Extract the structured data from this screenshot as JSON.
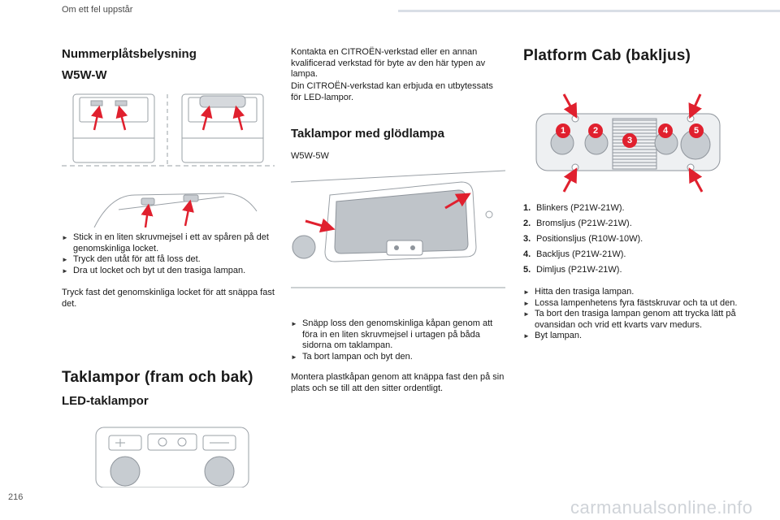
{
  "header": {
    "section_title": "Om ett fel uppstår"
  },
  "page_number": "216",
  "watermark": "carmanualsonline.info",
  "col1": {
    "title": "Nummerplåtsbelysning",
    "subtitle": "W5W-W",
    "bullets": [
      "Stick in en liten skruvmejsel i ett av spåren på det genomskinliga locket.",
      "Tryck den utåt för att få loss det.",
      "Dra ut locket och byt ut den trasiga lampan."
    ],
    "para": "Tryck fast det genomskinliga locket för att snäppa fast det.",
    "title2": "Taklampor (fram och bak)",
    "subtitle2": "LED-taklampor"
  },
  "col2": {
    "intro": "Kontakta en CITROËN-verkstad eller en annan kvalificerad verkstad för byte av den här typen av lampa.",
    "intro2": "Din CITROËN-verkstad kan erbjuda en utbytessats för LED-lampor.",
    "title": "Taklampor med glödlampa",
    "bulb": "W5W-5W",
    "bullets": [
      "Snäpp loss den genomskinliga kåpan genom att föra in en liten skruvmejsel i urtagen på båda sidorna om taklampan.",
      "Ta bort lampan och byt den."
    ],
    "para": "Montera plastkåpan genom att knäppa fast den på sin plats och se till att den sitter ordentligt."
  },
  "col3": {
    "title": "Platform Cab (bakljus)",
    "callouts": [
      "1",
      "2",
      "3",
      "4",
      "5"
    ],
    "list": [
      {
        "n": "1.",
        "text": "Blinkers (P21W-21W)."
      },
      {
        "n": "2.",
        "text": "Bromsljus (P21W-21W)."
      },
      {
        "n": "3.",
        "text": "Positionsljus (R10W-10W)."
      },
      {
        "n": "4.",
        "text": "Backljus (P21W-21W)."
      },
      {
        "n": "5.",
        "text": "Dimljus (P21W-21W)."
      }
    ],
    "bullets": [
      "Hitta den trasiga lampan.",
      "Lossa lampenhetens fyra fästskruvar och ta ut den.",
      "Ta bort den trasiga lampan genom att trycka lätt på ovansidan och vrid ett kvarts varv medurs.",
      "Byt lampan."
    ]
  },
  "colors": {
    "arrow": "#e0202e",
    "callout": "#e0202e",
    "line": "#8f959c"
  }
}
